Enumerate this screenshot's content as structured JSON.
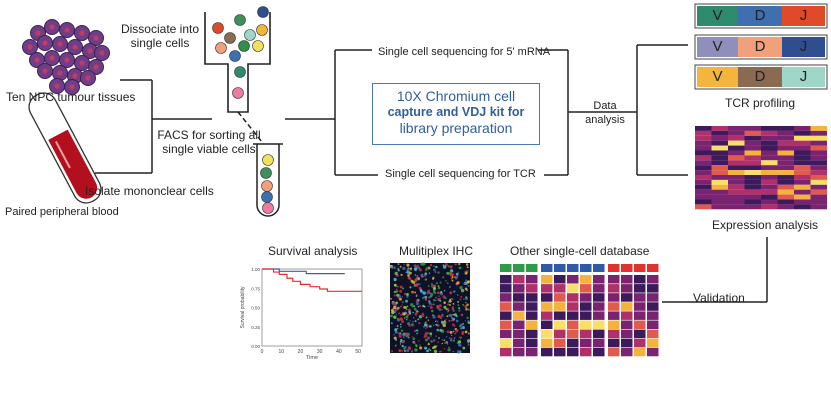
{
  "labels": {
    "dissociate": [
      "Dissociate into",
      "single cells"
    ],
    "ten_npc": "Ten NPC tumour tissues",
    "facs": [
      "FACS for sorting all",
      "single viable cells"
    ],
    "isolate": "Isolate mononclear  cells",
    "paired_blood": "Paired peripheral blood",
    "seq_mrna": "Single cell sequencing for 5' mRNA",
    "seq_tcr": "Single cell sequencing for TCR",
    "box_line1": "10X Chromium cell",
    "box_line2": "capture and VDJ kit for",
    "box_line3": "library preparation",
    "data_analysis": [
      "Data",
      "analysis"
    ],
    "tcr_profiling": "TCR profiling",
    "expression_analysis": "Expression analysis",
    "validation": "Validation",
    "survival_analysis": "Survival analysis",
    "multiplex_ihc": "Mulitiplex IHC",
    "other_db": "Other single-cell database"
  },
  "vdj": {
    "segments": [
      "V",
      "D",
      "J"
    ],
    "rows": [
      {
        "colors": [
          "#2e8b6e",
          "#3f6fb0",
          "#e04a2a"
        ]
      },
      {
        "colors": [
          "#8e8fbc",
          "#f0a07a",
          "#2f4d8f"
        ]
      },
      {
        "colors": [
          "#f3b53d",
          "#8b6a52",
          "#9fd6c8"
        ]
      }
    ]
  },
  "survival_chart": {
    "type": "line",
    "xlabel": "Time",
    "ylabel": "Survival probability",
    "x_ticks": [
      "0",
      "10",
      "20",
      "30",
      "40",
      "50"
    ],
    "y_ticks": [
      "0.00",
      "0.25",
      "0.50",
      "0.75",
      "1.00"
    ],
    "series": [
      {
        "color": "#3b5fa8",
        "points": [
          [
            0,
            1.0
          ],
          [
            8,
            1.0
          ],
          [
            9,
            0.97
          ],
          [
            22,
            0.97
          ],
          [
            23,
            0.94
          ],
          [
            43,
            0.94
          ]
        ]
      },
      {
        "color": "#e0332f",
        "points": [
          [
            0,
            1.0
          ],
          [
            5,
            1.0
          ],
          [
            6,
            0.96
          ],
          [
            9,
            0.93
          ],
          [
            13,
            0.88
          ],
          [
            16,
            0.84
          ],
          [
            20,
            0.8
          ],
          [
            25,
            0.77
          ],
          [
            30,
            0.74
          ],
          [
            34,
            0.71
          ],
          [
            52,
            0.71
          ]
        ]
      }
    ]
  },
  "colors": {
    "heatmap": [
      "#3d1a5c",
      "#7a2370",
      "#b0306a",
      "#e05a4e",
      "#f4b33d",
      "#f9df6a",
      "#1a1030"
    ],
    "box_border": "#4a79b5",
    "box_text": "#2f5f9e",
    "tube_red": "#b3101e"
  }
}
